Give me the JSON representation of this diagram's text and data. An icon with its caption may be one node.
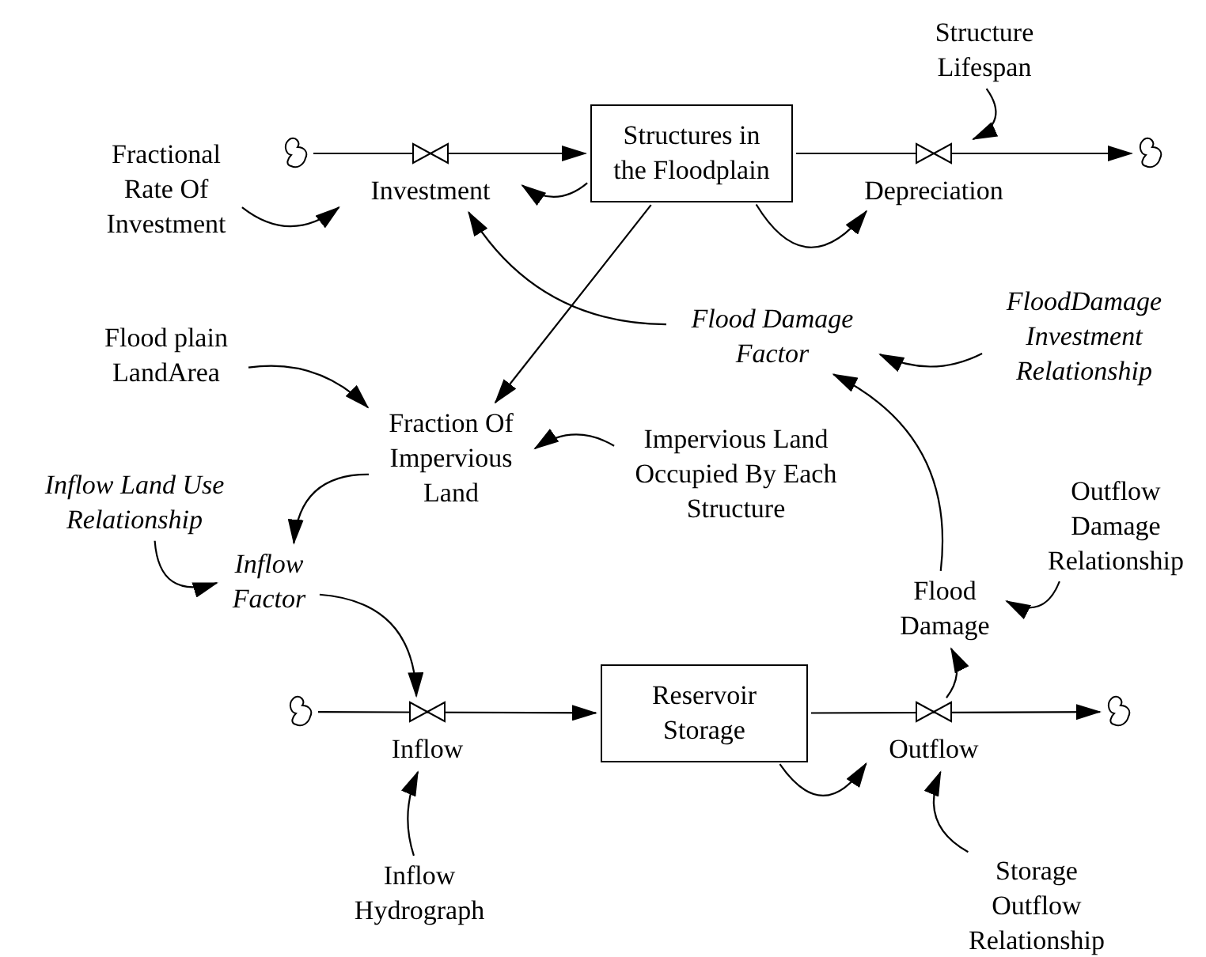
{
  "diagram": {
    "nodes": [
      {
        "text": [
          "Structures in the Floodplain"
        ]
      },
      {
        "text": [
          "Investment"
        ]
      },
      {
        "text": [
          "Depreciation"
        ]
      },
      {
        "text": [
          "Structure Lifespan"
        ]
      },
      {
        "text": [
          "Fractional Rate Of Investment"
        ]
      },
      {
        "text": [
          "Flood Damage Factor"
        ]
      },
      {
        "text": [
          "FloodDamage Investment Relationship"
        ]
      },
      {
        "text": [
          "Flood plain LandArea"
        ]
      },
      {
        "text": [
          "Fraction Of Impervious Land"
        ]
      },
      {
        "text": [
          "Impervious Land Occupied By Each Structure"
        ]
      },
      {
        "text": [
          "Inflow Land Use Relationship"
        ]
      },
      {
        "text": [
          "Inflow Factor"
        ]
      },
      {
        "text": [
          "Outflow Damage Relationship"
        ]
      },
      {
        "text": [
          "Flood Damage"
        ]
      },
      {
        "text": [
          "Reservoir Storage"
        ]
      },
      {
        "text": [
          "Inflow"
        ]
      },
      {
        "text": [
          "Outflow"
        ]
      },
      {
        "text": [
          "Inflow Hydrograph"
        ]
      },
      {
        "text": [
          "Storage Outflow Relationship"
        ]
      },
      {
        "text": [],
        "shape": "cloud"
      },
      {
        "text": [],
        "shape": "cloud"
      },
      {
        "text": [],
        "shape": "cloud"
      },
      {
        "text": [],
        "shape": "cloud"
      }
    ],
    "edges": [
      {
        "from": 19,
        "to": 0,
        "arrow": "to"
      },
      {
        "from": 0,
        "to": 20,
        "arrow": "to"
      },
      {
        "from": 21,
        "to": 14,
        "arrow": "to"
      },
      {
        "from": 14,
        "to": 22,
        "arrow": "to"
      },
      {
        "from": 0,
        "to": 1,
        "arrow": "to"
      },
      {
        "from": 4,
        "to": 1,
        "arrow": "to"
      },
      {
        "from": 5,
        "to": 1,
        "arrow": "to"
      },
      {
        "from": 0,
        "to": 2,
        "arrow": "to"
      },
      {
        "from": 3,
        "to": 2,
        "arrow": "to"
      },
      {
        "from": 0,
        "to": 8,
        "arrow": "to"
      },
      {
        "from": 7,
        "to": 8,
        "arrow": "to"
      },
      {
        "from": 9,
        "to": 8,
        "arrow": "to"
      },
      {
        "from": 6,
        "to": 5,
        "arrow": "to"
      },
      {
        "from": 13,
        "to": 5,
        "arrow": "to"
      },
      {
        "from": 8,
        "to": 11,
        "arrow": "to"
      },
      {
        "from": 10,
        "to": 11,
        "arrow": "to"
      },
      {
        "from": 11,
        "to": 15,
        "arrow": "to"
      },
      {
        "from": 17,
        "to": 15,
        "arrow": "to"
      },
      {
        "from": 14,
        "to": 16,
        "arrow": "to"
      },
      {
        "from": 18,
        "to": 16,
        "arrow": "to"
      },
      {
        "from": 16,
        "to": 13,
        "arrow": "to"
      },
      {
        "from": 12,
        "to": 13,
        "arrow": "to"
      }
    ]
  }
}
